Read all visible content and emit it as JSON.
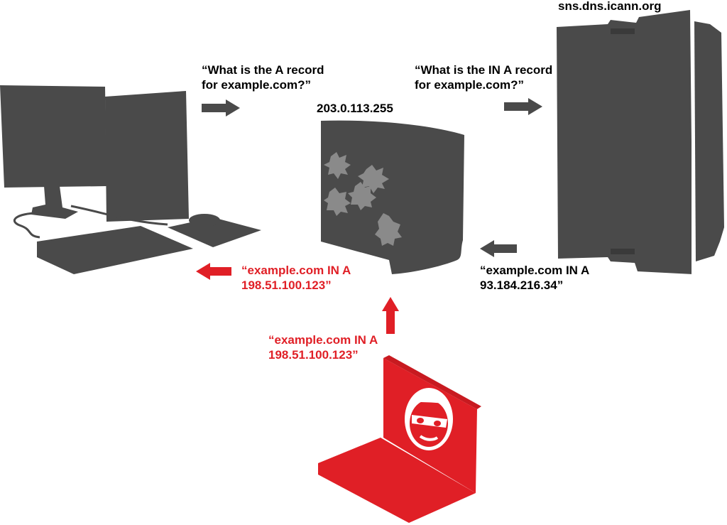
{
  "colors": {
    "device": "#4a4a4a",
    "attacker": "#e01f26",
    "background": "#ffffff",
    "infection_marks": "#8a8a8a"
  },
  "icons": {
    "client": "desktop-computer-icon",
    "resolver": "server-icon",
    "authoritative": "server-rack-icon",
    "attacker": "laptop-icon",
    "attacker_face": "masked-hacker-icon"
  },
  "servers": {
    "resolver_ip": "203.0.113.255",
    "authoritative_host": "sns.dns.icann.org"
  },
  "messages": {
    "client_query": {
      "line1": "“What is the A record",
      "line2": "for example.com?”"
    },
    "resolver_query": {
      "line1": "“What is the IN A record",
      "line2": "for example.com?”"
    },
    "legit_answer": {
      "line1": "“example.com IN A",
      "line2": "93.184.216.34”"
    },
    "poisoned_answer_to_client": {
      "line1": "“example.com IN A",
      "line2": "198.51.100.123”"
    },
    "attacker_injection": {
      "line1": "“example.com IN A",
      "line2": "198.51.100.123”"
    }
  }
}
